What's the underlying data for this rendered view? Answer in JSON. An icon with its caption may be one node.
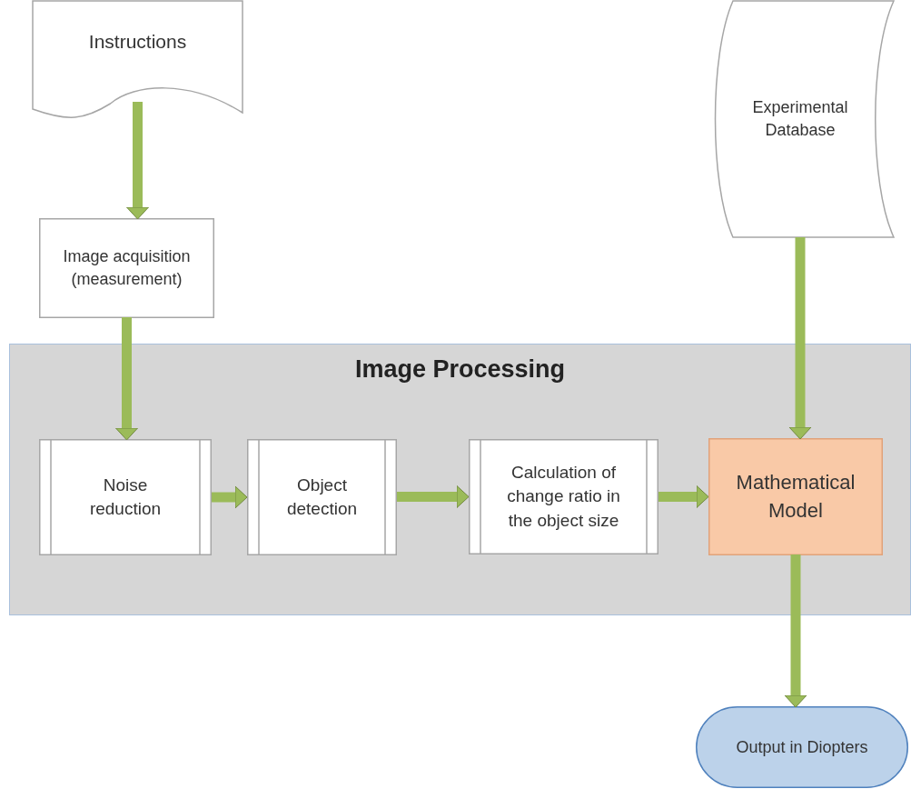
{
  "diagram": {
    "nodes": [
      {
        "text": [
          "Instructions"
        ]
      },
      {
        "text": [
          "Image acquisition (measurement)"
        ]
      },
      {
        "text": [
          "Image Processing"
        ]
      },
      {
        "text": [
          "Noise reduction"
        ],
        "in": 2
      },
      {
        "text": [
          "Object detection"
        ],
        "in": 2
      },
      {
        "text": [
          "Calculation of change ratio in the object size"
        ],
        "in": 2
      },
      {
        "text": [
          "Mathematical Model"
        ],
        "in": 2
      },
      {
        "text": [
          "Experimental Database"
        ]
      },
      {
        "text": [
          "Output in Diopters"
        ]
      }
    ],
    "edges": [
      {
        "from": 0,
        "to": 1,
        "arrow": "to"
      },
      {
        "from": 1,
        "to": 3,
        "arrow": "to"
      },
      {
        "from": 3,
        "to": 4,
        "arrow": "to"
      },
      {
        "from": 4,
        "to": 5,
        "arrow": "to"
      },
      {
        "from": 5,
        "to": 6,
        "arrow": "to"
      },
      {
        "from": 7,
        "to": 6,
        "arrow": "to"
      },
      {
        "from": 6,
        "to": 8,
        "arrow": "to"
      }
    ]
  }
}
